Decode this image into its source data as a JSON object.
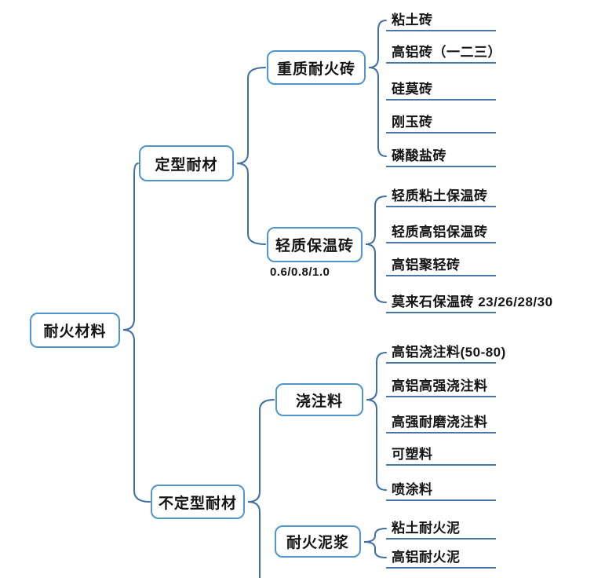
{
  "mindmap": {
    "root": {
      "label": "耐火材料"
    },
    "branches": [
      {
        "label": "定型耐材",
        "children": [
          {
            "label": "重质耐火砖",
            "leaves": [
              "粘土砖",
              "高铝砖（一二三）",
              "硅莫砖",
              "刚玉砖",
              "磷酸盐砖"
            ]
          },
          {
            "label": "轻质保温砖",
            "note": "0.6/0.8/1.0",
            "leaves": [
              "轻质粘土保温砖",
              "轻质高铝保温砖",
              "高铝聚轻砖",
              "莫来石保温砖 23/26/28/30"
            ]
          }
        ]
      },
      {
        "label": "不定型耐材",
        "children": [
          {
            "label": "浇注料",
            "leaves": [
              "高铝浇注料(50-80)",
              "高铝高强浇注料",
              "高强耐磨浇注料",
              "可塑料",
              "喷涂料"
            ]
          },
          {
            "label": "耐火泥浆",
            "leaves": [
              "粘土耐火泥",
              "高铝耐火泥"
            ]
          }
        ]
      }
    ]
  },
  "colors": {
    "node_border": "#4f95ce",
    "connector": "#40709f",
    "underline": "#4777ab",
    "text": "#141414",
    "background": "#ffffff"
  }
}
